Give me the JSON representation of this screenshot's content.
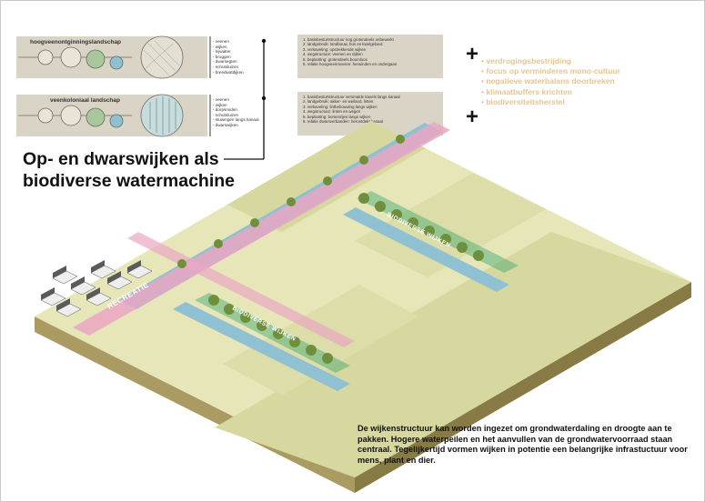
{
  "strips": [
    {
      "title": "hoogveenontginningslandschap",
      "items": [
        "- veenen",
        "- wijken",
        "- nijwalter",
        "- bruggen",
        "- dwarsegten",
        "- schutsluizen",
        "- breedwatdijken"
      ],
      "numbered": [
        "1. basisbesturtstructuur nog grotendeels onbewerkt",
        "2. landgebruik: landbouw, bos en kwelgebied",
        "3. verkaveling: opstrekkende wijken",
        "4. wegstructuur: veenen en dijken",
        "5. beplanting: grotendeels boomloos",
        "6. relatie hoogveenmoeren: herwinden en ondergaan"
      ]
    },
    {
      "title": "veenkoloniaal landschap",
      "items": [
        "- veenen",
        "- wijken",
        "- dorpsmiden",
        "- schutsluizen",
        "- stuwingen langs kanaal",
        "- dwarswijken"
      ],
      "numbered": [
        "1. basisbesturtstructuur versmalde kavels langs kanaal",
        "2. landgebruik: akker- en weiland, linten",
        "3. verkaveling: lintbebouwing langs wijken",
        "4. wegstructuur: linten en wegen",
        "5. beplanting: bomenrijen langs wijken",
        "6. relatie dwarsverbanden: herontdekt kanaal"
      ]
    }
  ],
  "goals": [
    "verdrogingsbestrijding",
    "focus op verminderen mono-cultuur",
    "negatieve waterbalans doorbreken",
    "klimaatbuffers krichten",
    "biodiversiteitsherstel"
  ],
  "headline": [
    "Op- en dwarswijken als",
    "biodiverse watermachine"
  ],
  "labels": {
    "recreatie": "RECREATIE",
    "biodiverse_a": "BIODIVERSE WIJKEN",
    "biodiverse_b": "BIODIVERSE WIJKEN"
  },
  "description": "De wijkenstructuur kan worden ingezet om grondwaterdaling en droogte aan te pakken. Hogere waterpeilen en het aanvullen van de grondwatervoorraad staan centraal. Tegelijkertijd vormen wijken in potentie een belangrijke infrastuctuur voor mens, plant en dier.",
  "colors": {
    "field_light": "#e6e6b8",
    "field_dark": "#d2d49a",
    "earth_side": "#a99b62",
    "earth_dark": "#877a45",
    "water": "#8fc1d2",
    "pink_path": "#eaa6c2",
    "tree": "#6f8f3c",
    "green_band": "#3da86f",
    "accent_text": "#e2c690"
  }
}
